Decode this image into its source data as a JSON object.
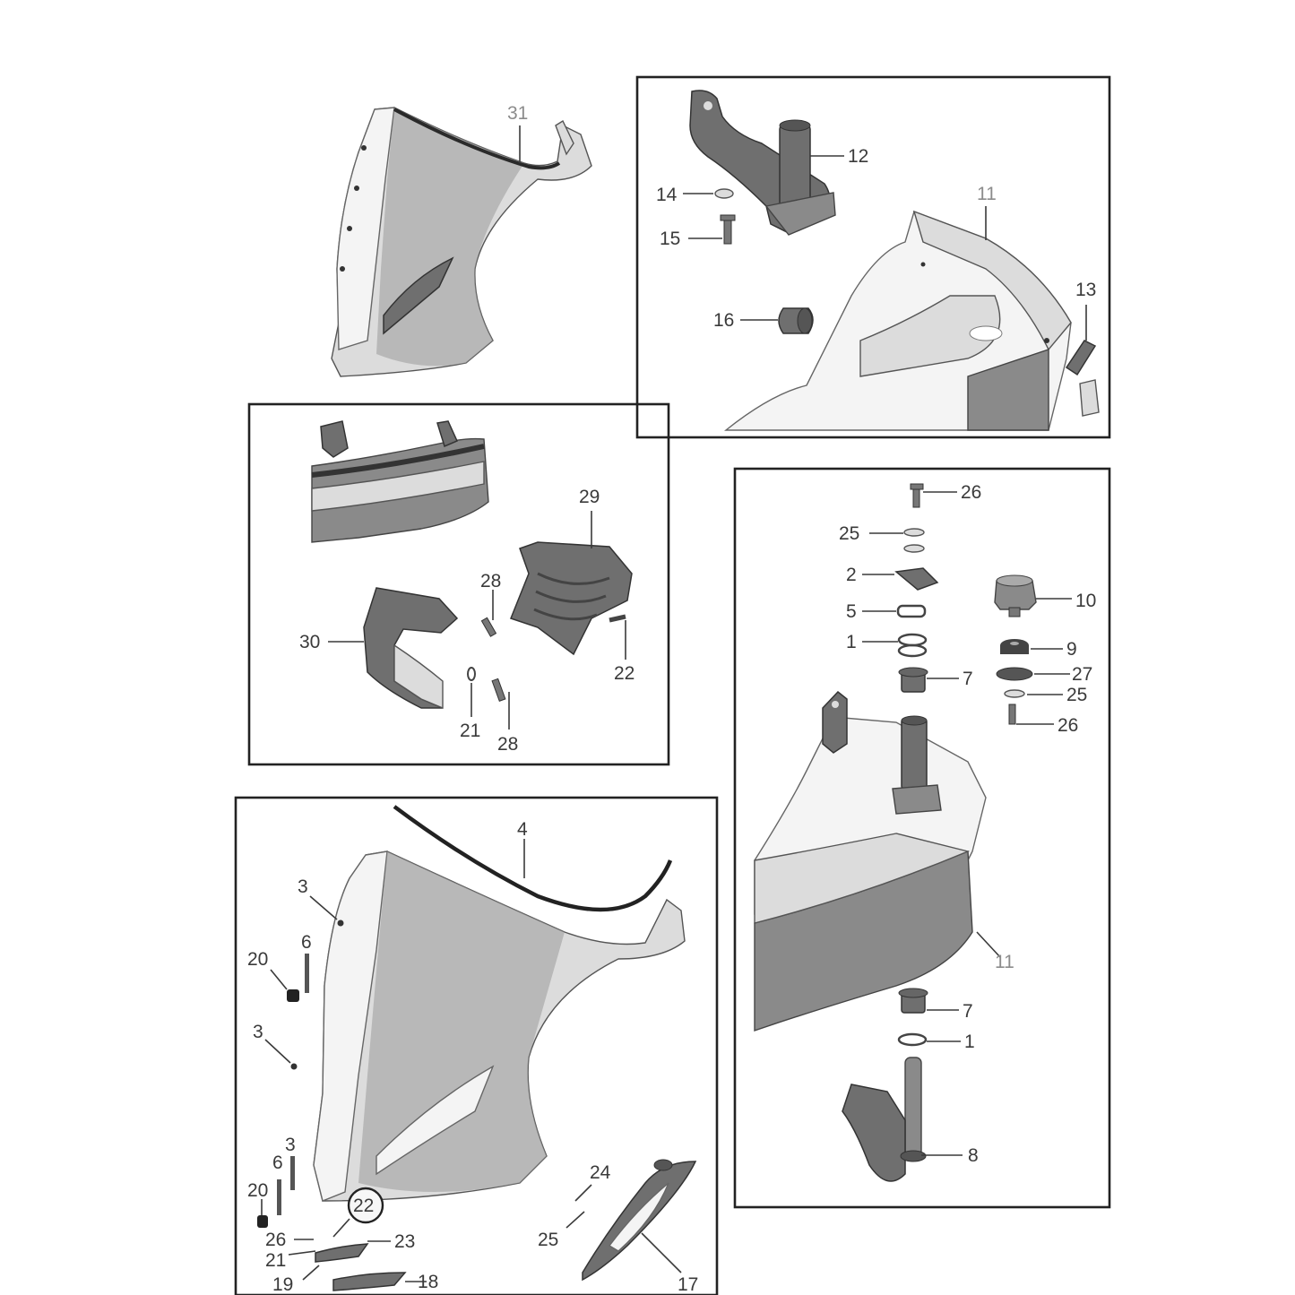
{
  "callouts": {
    "c31": "31",
    "c12": "12",
    "c14": "14",
    "c15": "15",
    "c11a": "11",
    "c13": "13",
    "c16": "16",
    "c29": "29",
    "c28a": "28",
    "c30": "30",
    "c22a": "22",
    "c21a": "21",
    "c28b": "28",
    "c26a": "26",
    "c25a": "25",
    "c2": "2",
    "c10": "10",
    "c5": "5",
    "c1a": "1",
    "c9": "9",
    "c27": "27",
    "c7a": "7",
    "c25b": "25",
    "c26b": "26",
    "c11b": "11",
    "c7b": "7",
    "c1b": "1",
    "c8": "8",
    "c4": "4",
    "c3a": "3",
    "c6a": "6",
    "c20a": "20",
    "c3b": "3",
    "c3c": "3",
    "c6b": "6",
    "c20b": "20",
    "c22b": "22",
    "c26c": "26",
    "c23": "23",
    "c21b": "21",
    "c19": "19",
    "c18": "18",
    "c24": "24",
    "c25c": "25",
    "c17": "17"
  }
}
